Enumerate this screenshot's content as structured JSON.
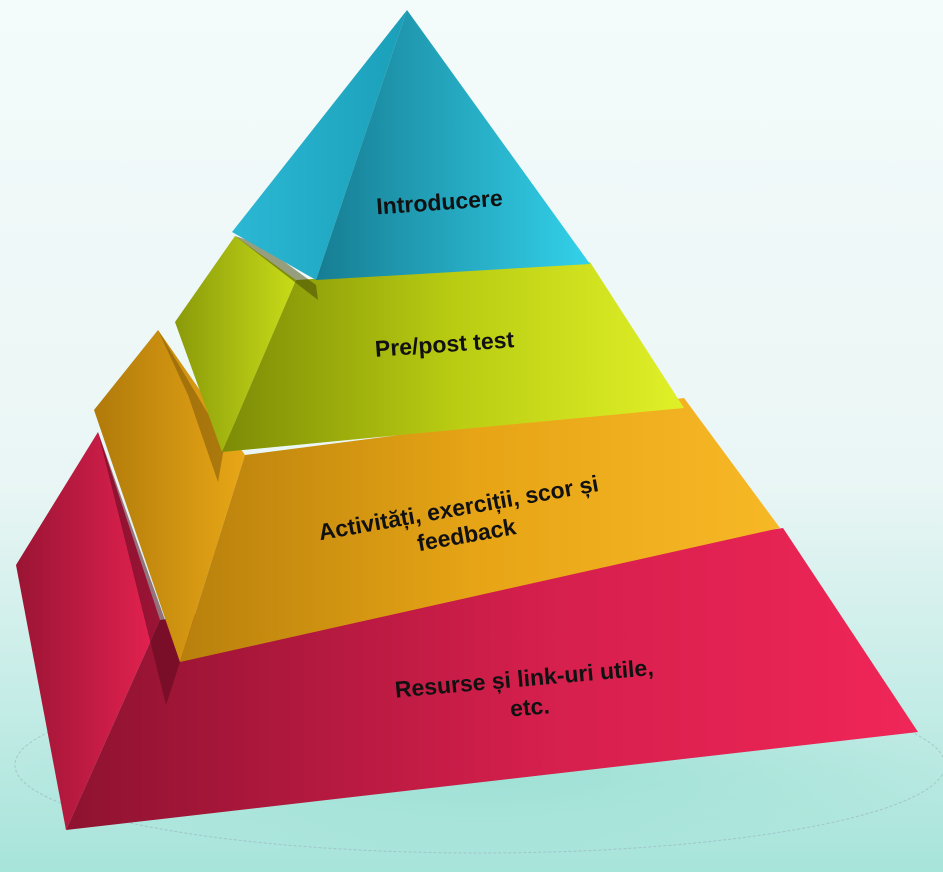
{
  "pyramid": {
    "levels": [
      {
        "id": "introducere",
        "label_lines": [
          "Introducere"
        ]
      },
      {
        "id": "pre-post-test",
        "label_lines": [
          "Pre/post test"
        ]
      },
      {
        "id": "activitati",
        "label_lines": [
          "Activități, exerciții, scor și",
          "feedback"
        ]
      },
      {
        "id": "resurse",
        "label_lines": [
          "Resurse și link-uri utile,",
          "etc."
        ]
      }
    ],
    "colors": {
      "introducere": {
        "light": "#2ecbe6",
        "dark": "#157f95",
        "side": "#1a9db6"
      },
      "pre_post_test": {
        "light": "#d8ea1a",
        "dark": "#7f8f08",
        "side": "#9fb010"
      },
      "activitati": {
        "light": "#f4b222",
        "dark": "#b57f0c",
        "side": "#d69a15"
      },
      "resurse": {
        "light": "#ee2556",
        "dark": "#93122f",
        "side": "#c01a45"
      }
    }
  }
}
